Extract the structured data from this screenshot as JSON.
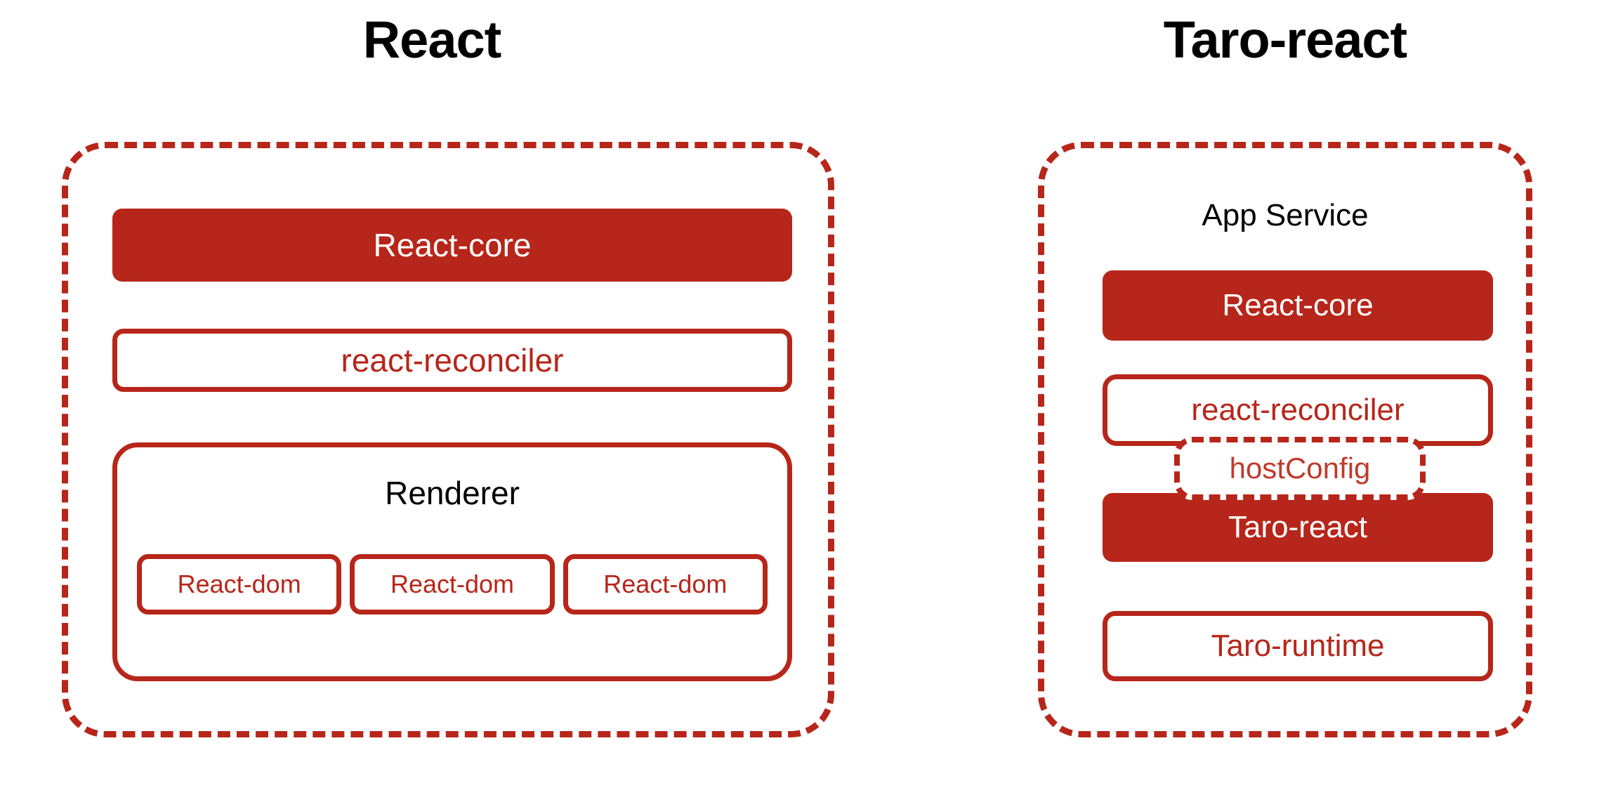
{
  "diagram": {
    "background_color": "#FFFFFF",
    "accent_color": "#B7261A",
    "panels": [
      {
        "id": "react",
        "title": "React",
        "container_style": "dashed-rounded",
        "blocks": [
          {
            "label": "React-core",
            "style": "solid"
          },
          {
            "label": "react-reconciler",
            "style": "outline"
          },
          {
            "label": "Renderer",
            "style": "outline-group",
            "children": [
              {
                "label": "React-dom",
                "style": "outline"
              },
              {
                "label": "React-dom",
                "style": "outline"
              },
              {
                "label": "React-dom",
                "style": "outline"
              }
            ]
          }
        ]
      },
      {
        "id": "taro-react",
        "title": "Taro-react",
        "container_style": "dashed-rounded",
        "group_label": "App Service",
        "blocks": [
          {
            "label": "React-core",
            "style": "solid"
          },
          {
            "label": "react-reconciler",
            "style": "outline"
          },
          {
            "label": "hostConfig",
            "style": "dashed-ghost"
          },
          {
            "label": "Taro-react",
            "style": "solid"
          },
          {
            "label": "Taro-runtime",
            "style": "outline"
          }
        ]
      }
    ]
  }
}
